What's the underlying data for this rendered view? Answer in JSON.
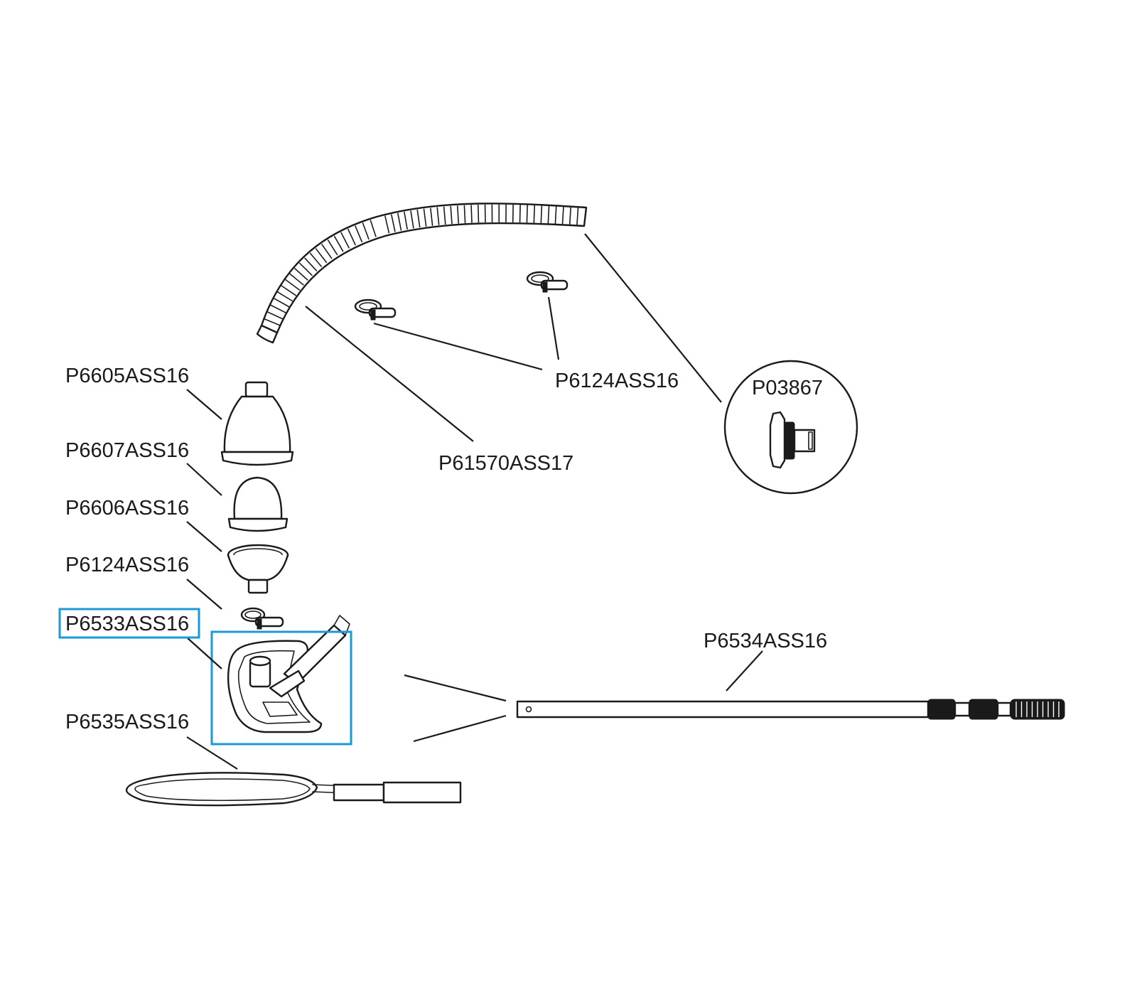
{
  "highlight_color": "#1a9ad6",
  "line_color": "#1a1a1a",
  "parts": {
    "hose": {
      "label": "P61570ASS17"
    },
    "hose_clips": {
      "label": "P6124ASS16"
    },
    "hose_adapter": {
      "label": "P03867"
    },
    "cone_cap": {
      "label": "P6605ASS16"
    },
    "dome_valve": {
      "label": "P6607ASS16"
    },
    "valve_base": {
      "label": "P6606ASS16"
    },
    "head_clip": {
      "label": "P6124ASS16"
    },
    "vacuum_head": {
      "label": "P6533ASS16",
      "highlighted": true
    },
    "telescopic_pole": {
      "label": "P6534ASS16"
    },
    "leaf_skimmer": {
      "label": "P6535ASS16"
    }
  },
  "icons": {
    "hose": "corrugated-hose-icon",
    "clip": "hose-clip-icon",
    "adapter": "hose-adapter-icon",
    "cone": "cone-cap-icon",
    "dome": "dome-valve-icon",
    "base": "valve-base-icon",
    "head": "vacuum-head-icon",
    "pole": "telescopic-pole-icon",
    "skimmer": "leaf-skimmer-icon"
  }
}
